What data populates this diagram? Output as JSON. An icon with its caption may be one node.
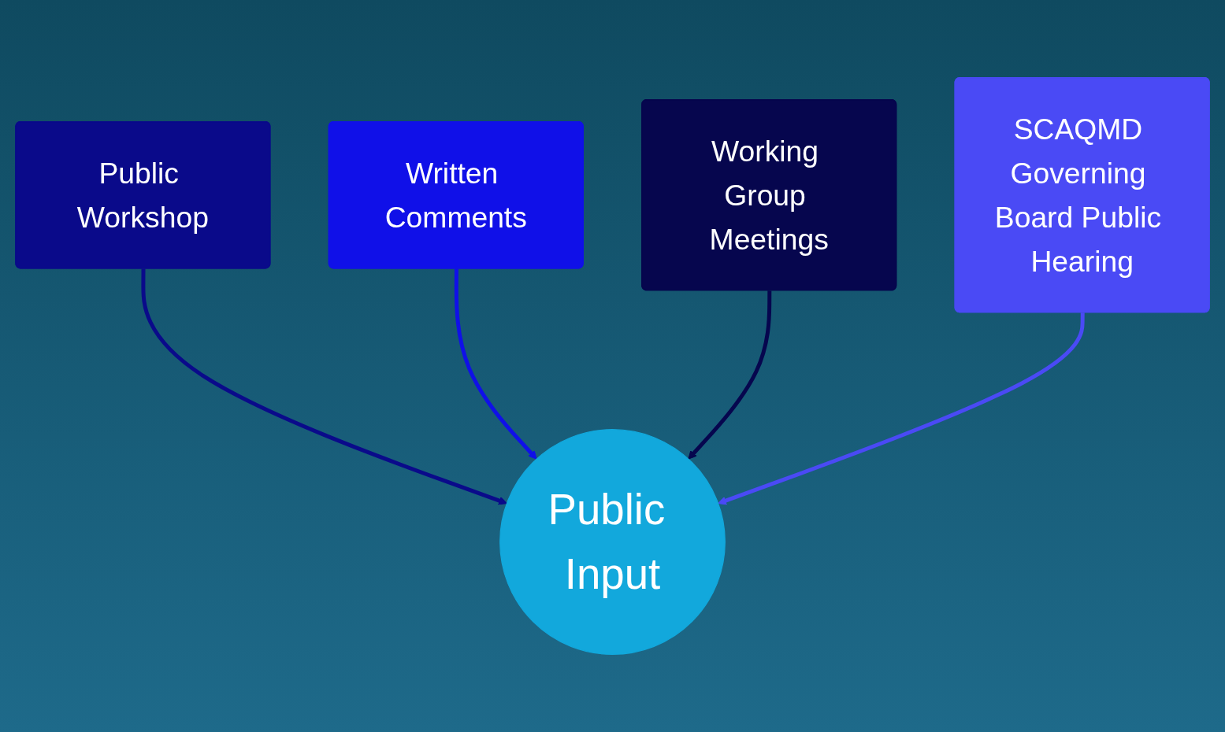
{
  "diagram": {
    "nodes": [
      {
        "text": [
          "Public Workshop"
        ]
      },
      {
        "text": [
          "Written Comments"
        ]
      },
      {
        "text": [
          "Working Group Meetings"
        ]
      },
      {
        "text": [
          "SCAQMD Governing Board Public Hearing"
        ]
      },
      {
        "text": [
          "Public Input"
        ]
      }
    ],
    "edges": [
      {
        "from": 0,
        "to": 4,
        "arrow": "to",
        "color": "#0a0a8a"
      },
      {
        "from": 1,
        "to": 4,
        "arrow": "to",
        "color": "#1010e8"
      },
      {
        "from": 2,
        "to": 4,
        "arrow": "to",
        "color": "#06064e"
      },
      {
        "from": 3,
        "to": 4,
        "arrow": "to",
        "color": "#4a4af5"
      }
    ]
  }
}
